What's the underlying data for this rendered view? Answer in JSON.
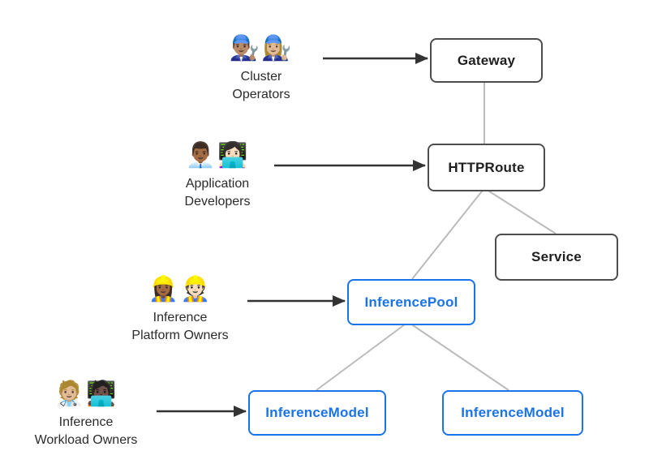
{
  "personas": [
    {
      "name": "Cluster Operators",
      "emoji": "👨🏽‍🔧👩🏼‍🔧",
      "label_line1": "Cluster",
      "label_line2": "Operators"
    },
    {
      "name": "Application Developers",
      "emoji": "👨🏾‍💼👩🏻‍💻",
      "label_line1": "Application",
      "label_line2": "Developers"
    },
    {
      "name": "Inference Platform Owners",
      "emoji": "👷🏾‍♀️👷🏻",
      "label_line1": "Inference",
      "label_line2": "Platform Owners"
    },
    {
      "name": "Inference Workload Owners",
      "emoji": "🧑🏼‍⚕️🧑🏿‍💻",
      "label_line1": "Inference",
      "label_line2": "Workload Owners"
    }
  ],
  "nodes": [
    {
      "id": "gateway",
      "label": "Gateway",
      "category": "core"
    },
    {
      "id": "httproute",
      "label": "HTTPRoute",
      "category": "core"
    },
    {
      "id": "service",
      "label": "Service",
      "category": "core"
    },
    {
      "id": "inferencepool",
      "label": "InferencePool",
      "category": "extension"
    },
    {
      "id": "inferencemodel-1",
      "label": "InferenceModel",
      "category": "extension"
    },
    {
      "id": "inferencemodel-2",
      "label": "InferenceModel",
      "category": "extension"
    }
  ],
  "edges": {
    "persona_arrows": [
      {
        "from": "Cluster Operators",
        "to": "Gateway"
      },
      {
        "from": "Application Developers",
        "to": "HTTPRoute"
      },
      {
        "from": "Inference Platform Owners",
        "to": "InferencePool"
      },
      {
        "from": "Inference Workload Owners",
        "to": "InferenceModel"
      }
    ],
    "resource_links": [
      {
        "from": "Gateway",
        "to": "HTTPRoute"
      },
      {
        "from": "HTTPRoute",
        "to": "Service"
      },
      {
        "from": "HTTPRoute",
        "to": "InferencePool"
      },
      {
        "from": "InferencePool",
        "to": "InferenceModel"
      },
      {
        "from": "InferencePool",
        "to": "InferenceModel"
      }
    ]
  },
  "colors": {
    "background": "#ffffff",
    "core_border": "#4d4d4d",
    "core_text": "#1f1f1f",
    "extension_accent": "#1a73e8",
    "connector": "#bbbbbb",
    "arrow": "#333333",
    "persona_label": "#2b2b2b"
  }
}
